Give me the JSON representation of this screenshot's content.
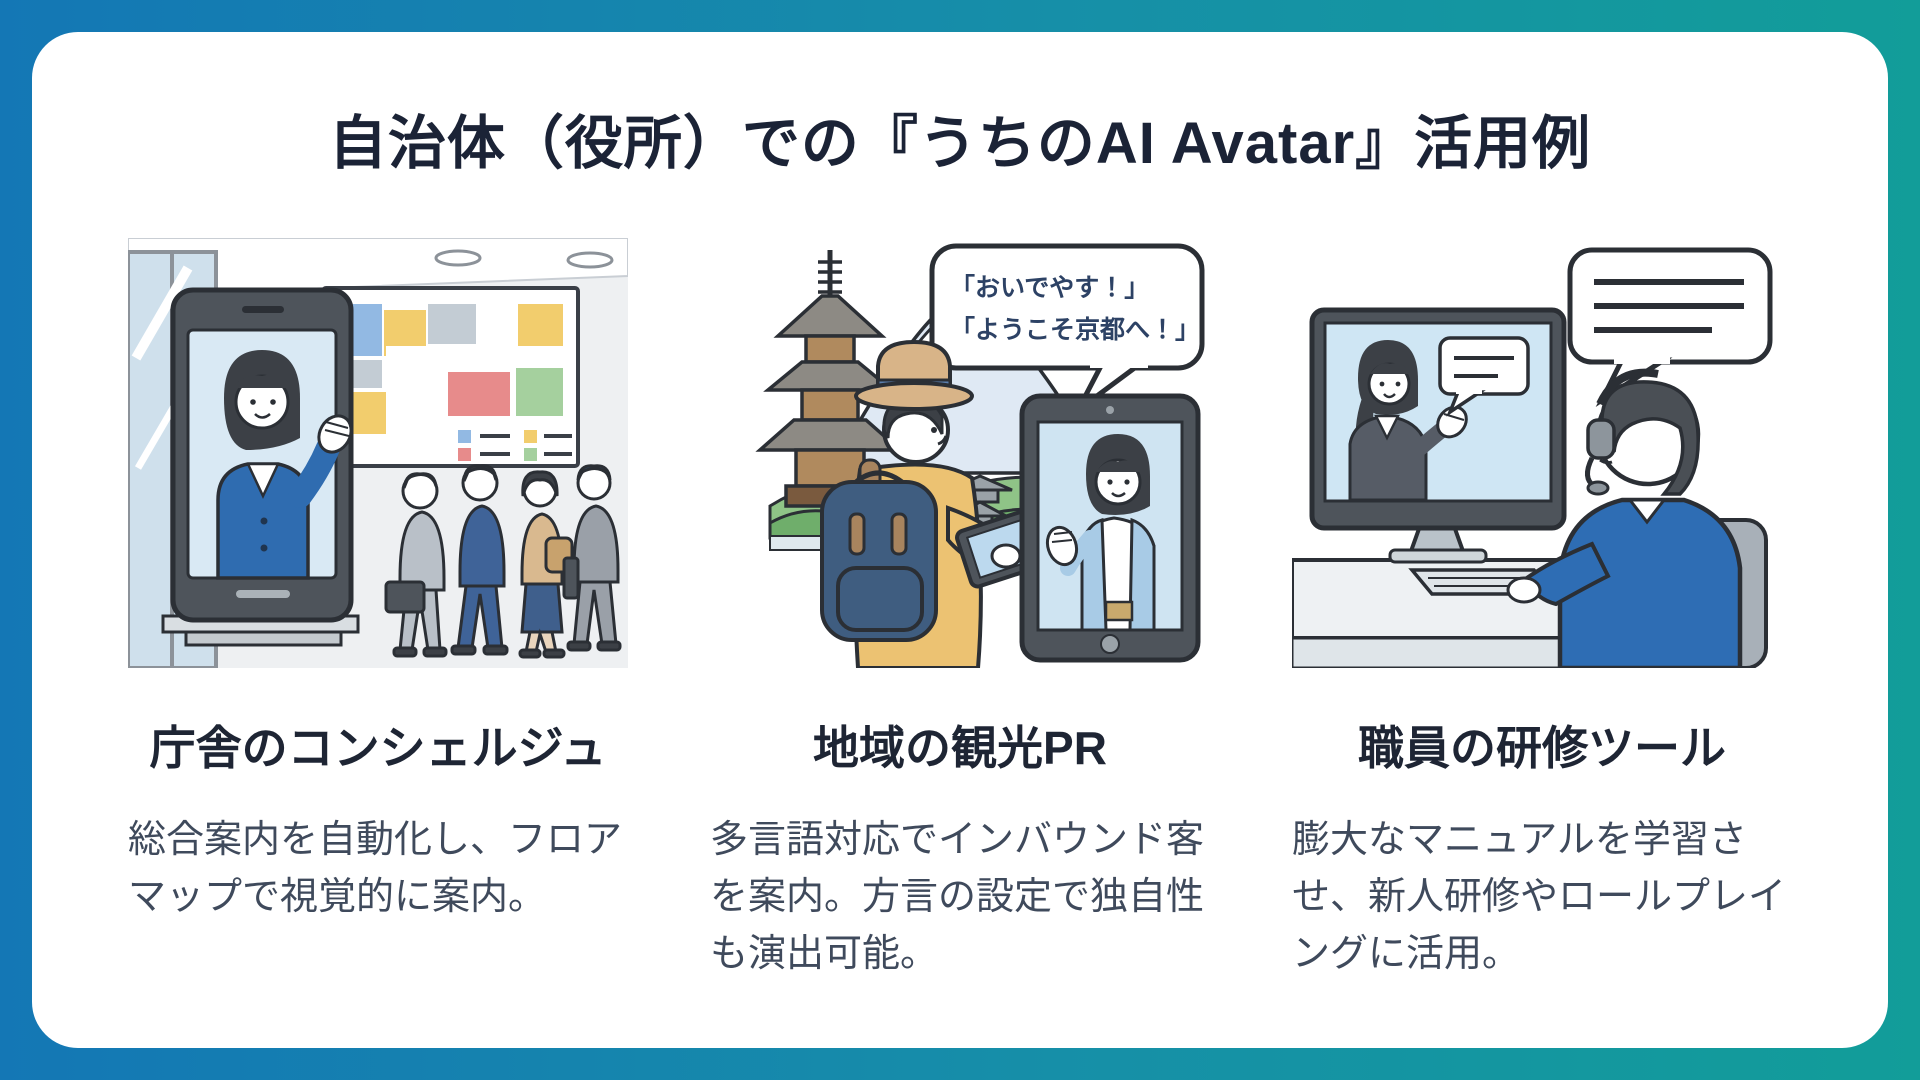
{
  "page": {
    "title": "自治体（役所）での『うちのAI Avatar』活用例"
  },
  "colors": {
    "background_gradient_left": "#1477b5",
    "background_gradient_right": "#129d99",
    "card_background": "#ffffff",
    "title_text": "#1b2336",
    "heading_text": "#1e2534",
    "body_text": "#3f4a5c",
    "avatar_suit_blue": "#2f6cb0",
    "operator_jacket_blue": "#2e6db4"
  },
  "columns": [
    {
      "id": "concierge",
      "illustration": "government-hall-kiosk-illustration",
      "heading": "庁舎のコンシェルジュ",
      "description": "総合案内を自動化し、フロアマップで視覚的に案内。"
    },
    {
      "id": "tourism",
      "illustration": "tourism-pr-illustration",
      "heading": "地域の観光PR",
      "description": "多言語対応でインバウンド客を案内。方言の設定で独自性も演出可能。",
      "speech_bubble": {
        "line1": "「おいでやす！」",
        "line2": "「ようこそ京都へ！」"
      }
    },
    {
      "id": "training",
      "illustration": "staff-training-illustration",
      "heading": "職員の研修ツール",
      "description": "膨大なマニュアルを学習させ、新人研修やロールプレイングに活用。"
    }
  ]
}
